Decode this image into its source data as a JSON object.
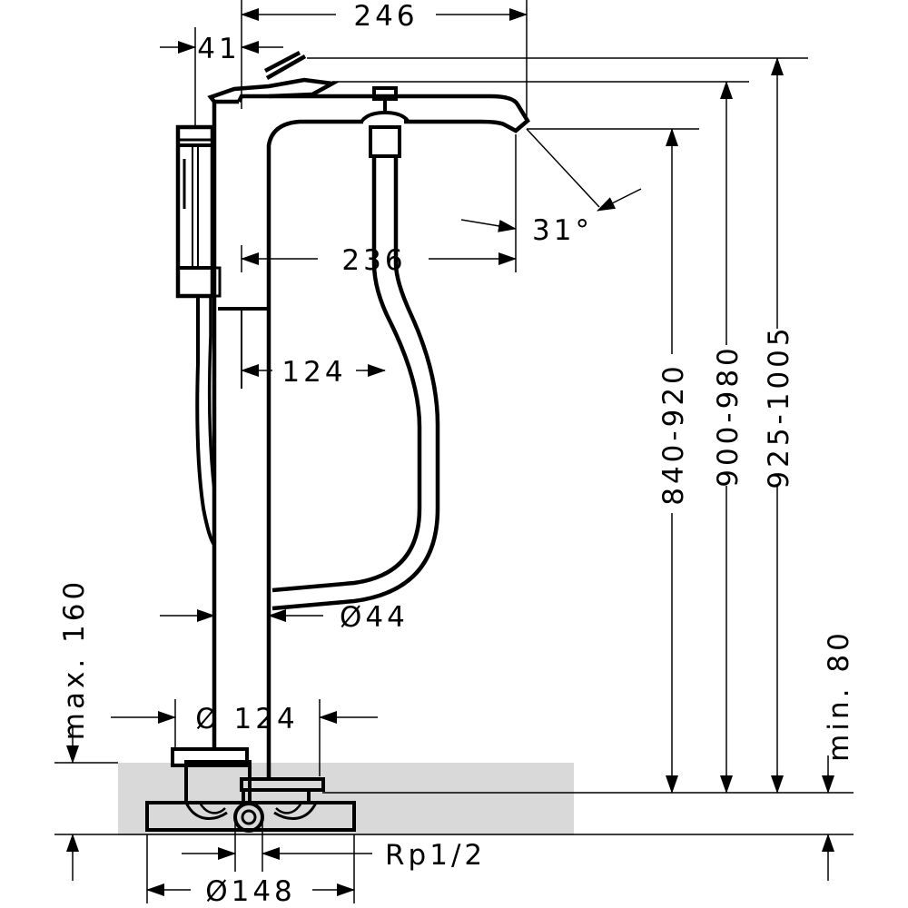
{
  "drawing": {
    "colors": {
      "line": "#000000",
      "floor": "#d9d9d9",
      "background": "#ffffff"
    },
    "dimensions": {
      "spout_reach": "246",
      "spout_front": "236",
      "handshower_offset": "41",
      "spout_angle": "31°",
      "column_to_hose": "124",
      "column_diameter": "Ø44",
      "base_diameter": "Ø 124",
      "bottom_plate_diameter": "Ø148",
      "connection_thread": "Rp1/2",
      "height_spout": "840-920",
      "height_handle": "900-980",
      "height_lever_max": "925-1005",
      "max_floor_build_up": "max. 160",
      "min_floor_build_up": "min. 80"
    }
  }
}
